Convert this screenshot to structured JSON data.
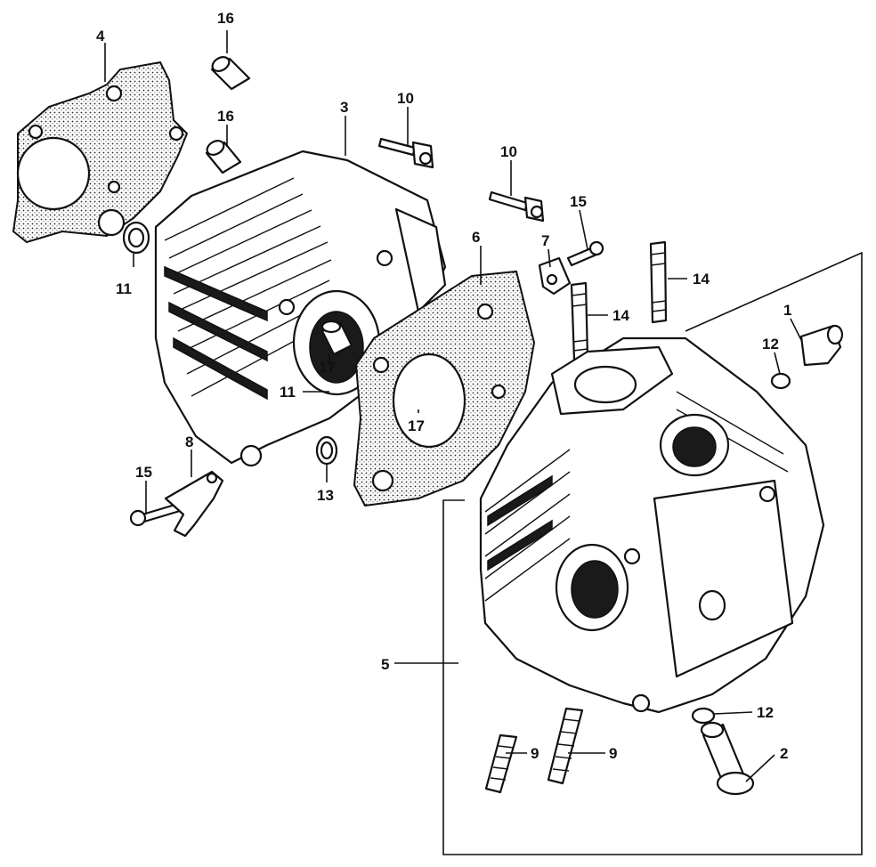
{
  "callouts": {
    "p1": "1",
    "p2": "2",
    "p3": "3",
    "p4": "4",
    "p5": "5",
    "p6": "6",
    "p7": "7",
    "p8": "8",
    "p9a": "9",
    "p9b": "9",
    "p10a": "10",
    "p10b": "10",
    "p11a": "11",
    "p11b": "11",
    "p12a": "12",
    "p12b": "12",
    "p13": "13",
    "p14a": "14",
    "p14b": "14",
    "p15a": "15",
    "p15b": "15",
    "p16a": "16",
    "p16b": "16",
    "p17a": "17",
    "p17b": "17"
  },
  "colors": {
    "ink": "#111111",
    "paper": "#ffffff"
  }
}
